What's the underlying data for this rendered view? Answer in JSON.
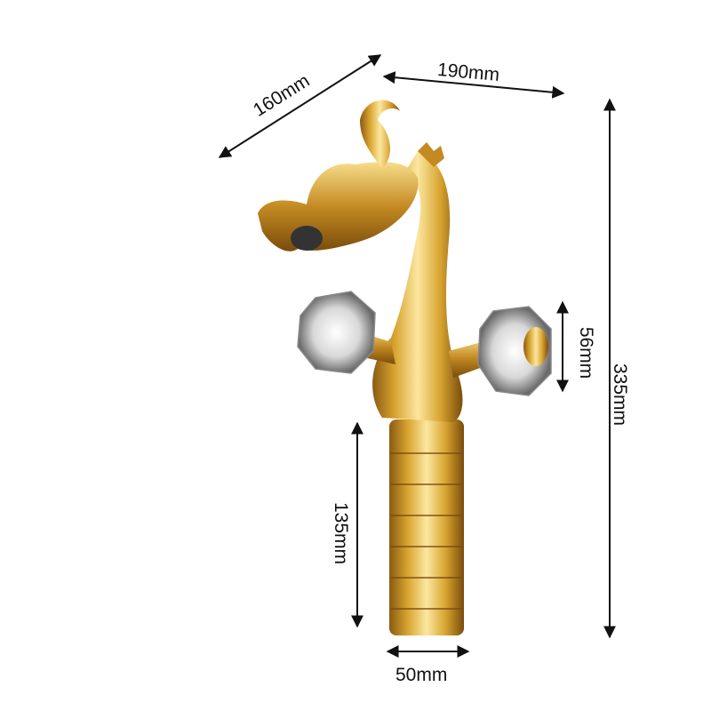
{
  "dimensions": {
    "depth": "160mm",
    "spout_reach": "190mm",
    "total_height": "335mm",
    "handle_height": "56mm",
    "base_height": "135mm",
    "base_diameter": "50mm"
  },
  "colors": {
    "gold_light": "#f7dd8a",
    "gold_mid": "#d9a531",
    "gold_dark": "#8a5a12",
    "arrow": "#111111"
  }
}
